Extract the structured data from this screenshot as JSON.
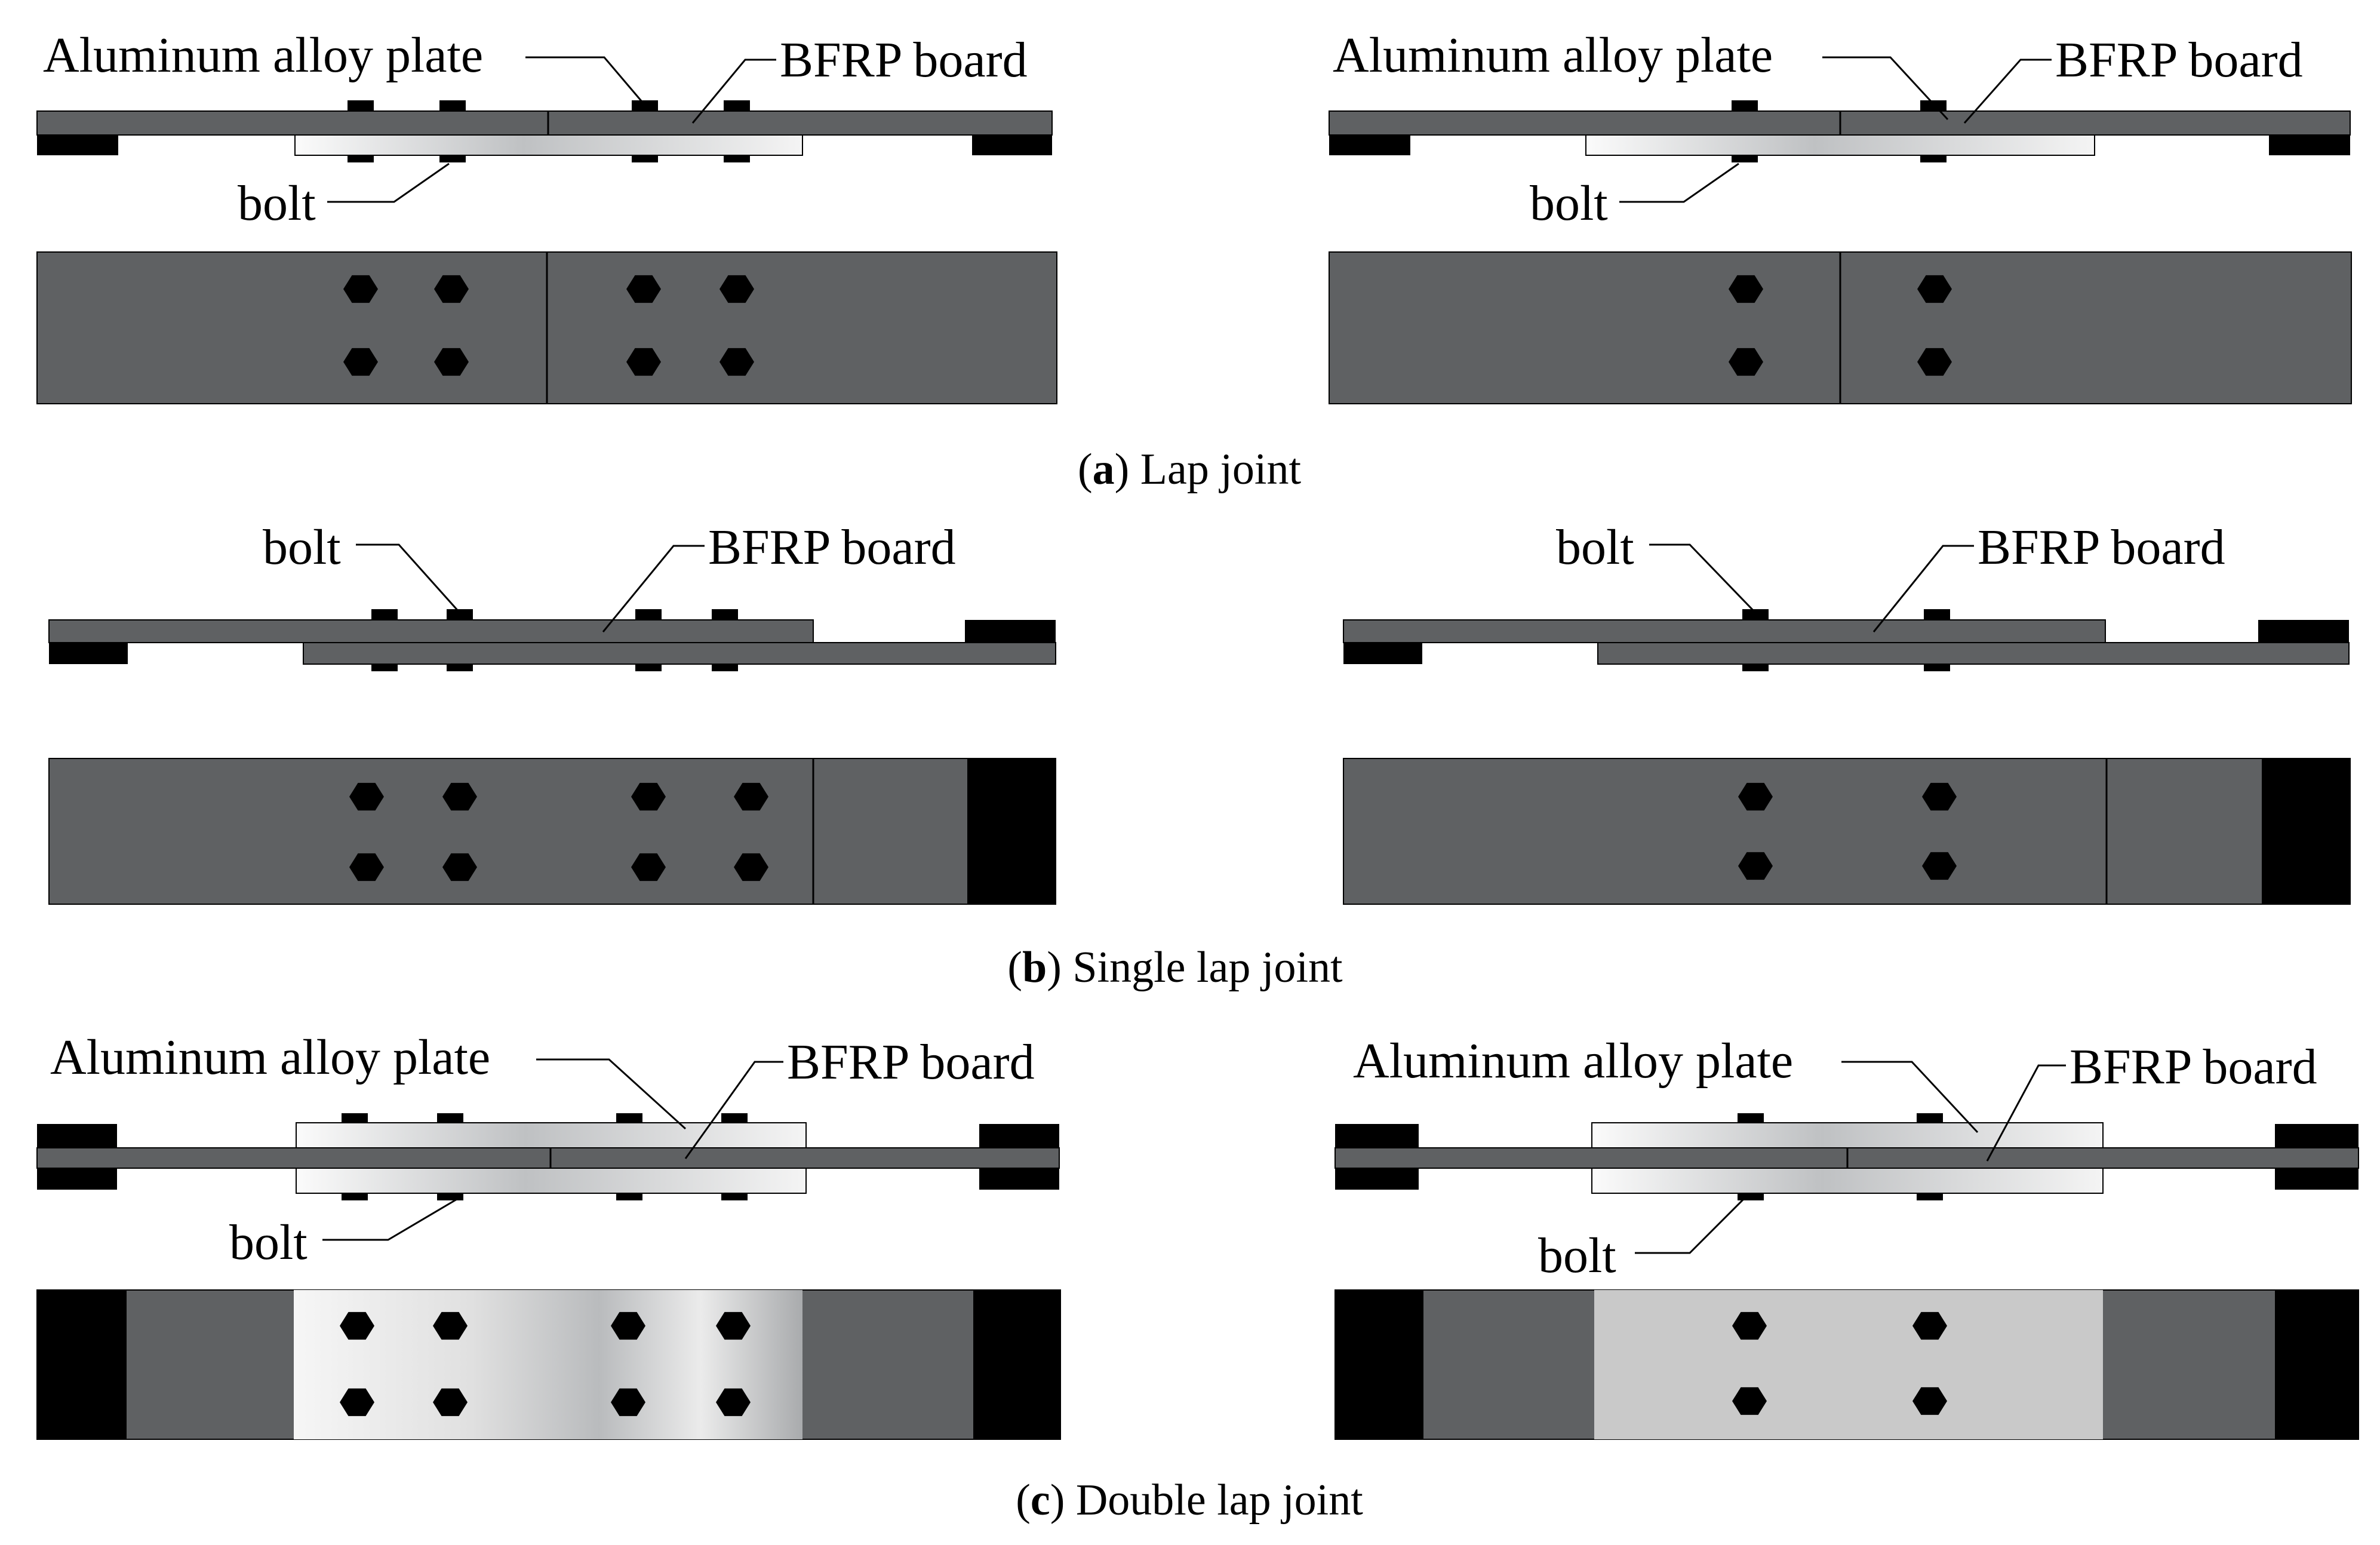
{
  "colors": {
    "plate": "#5f6163",
    "bolt": "#000000",
    "grip": "#000000",
    "board_light": "#f3f3f3",
    "board_mid": "#c9c9c9",
    "board_dark": "#a9abad",
    "leader": "#000000"
  },
  "labels": {
    "aluminum": "Aluminum alloy plate",
    "bfrp": "BFRP board",
    "bolt": "bolt"
  },
  "captions": {
    "a": {
      "letter": "a",
      "text": "Lap joint"
    },
    "b": {
      "letter": "b",
      "text": "Single lap joint"
    },
    "c": {
      "letter": "c",
      "text": "Double lap joint"
    }
  },
  "panels": [
    {
      "id": "a-left",
      "joint": "Lap joint",
      "bolts_per_row": 4,
      "rows": 2
    },
    {
      "id": "a-right",
      "joint": "Lap joint",
      "bolts_per_row": 2,
      "rows": 2
    },
    {
      "id": "b-left",
      "joint": "Single lap joint",
      "bolts_per_row": 4,
      "rows": 2
    },
    {
      "id": "b-right",
      "joint": "Single lap joint",
      "bolts_per_row": 2,
      "rows": 2
    },
    {
      "id": "c-left",
      "joint": "Double lap joint",
      "bolts_per_row": 4,
      "rows": 2
    },
    {
      "id": "c-right",
      "joint": "Double lap joint",
      "bolts_per_row": 2,
      "rows": 2
    }
  ]
}
